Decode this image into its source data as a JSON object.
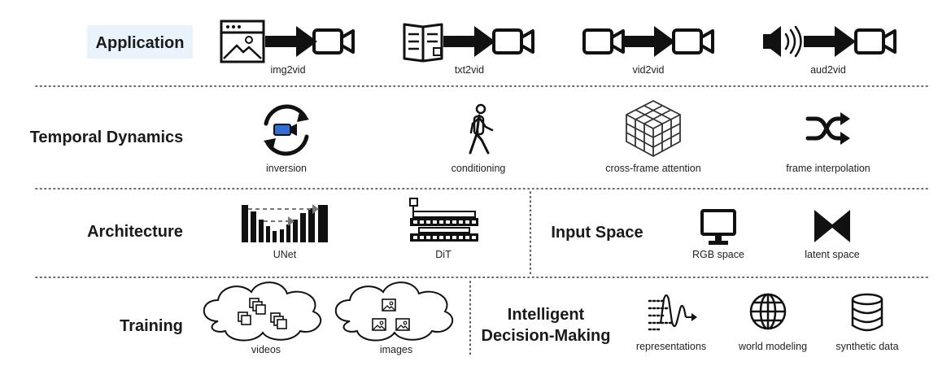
{
  "rows": {
    "application": {
      "label": "Application",
      "items": [
        "img2vid",
        "txt2vid",
        "vid2vid",
        "aud2vid"
      ]
    },
    "temporal": {
      "label": "Temporal Dynamics",
      "items": [
        "inversion",
        "conditioning",
        "cross-frame attention",
        "frame interpolation"
      ]
    },
    "architecture": {
      "label": "Architecture",
      "items": [
        "UNet",
        "DiT"
      ]
    },
    "input_space": {
      "label": "Input Space",
      "items": [
        "RGB space",
        "latent space"
      ]
    },
    "training": {
      "label": "Training",
      "items": [
        "videos",
        "images"
      ]
    },
    "decision": {
      "label_line1": "Intelligent",
      "label_line2": "Decision-Making",
      "items": [
        "representations",
        "world modeling",
        "synthetic data"
      ]
    }
  },
  "colors": {
    "highlight_bg": "#e8f3fb",
    "accent_blue": "#2f6fd6",
    "ink": "#111111"
  }
}
